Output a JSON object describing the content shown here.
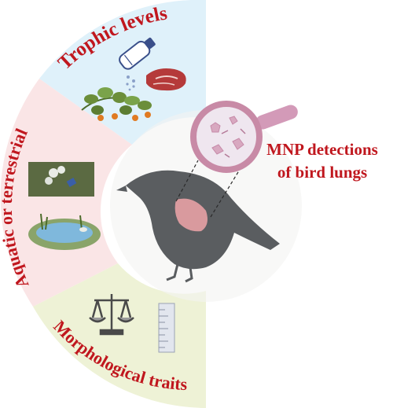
{
  "segments": [
    {
      "label": "Trophic levels",
      "color": "#dff1fa"
    },
    {
      "label": "Aquatic or terrestrial",
      "color": "#fae5e6"
    },
    {
      "label": "Morphological traits",
      "color": "#eef2d6"
    }
  ],
  "detection": {
    "line1": "MNP detections",
    "line2": "of bird lungs"
  },
  "colors": {
    "label_red": "#c0171e",
    "bird": "#5a5d60",
    "lung": "#d99a9e",
    "lens_ring": "#c88aa6"
  },
  "icons": [
    "plastic-bottle-icon",
    "meat-steak-icon",
    "plant-vegetable-icon",
    "debris-photo-icon",
    "pond-icon",
    "balance-scale-icon",
    "ruler-icon",
    "magnifying-glass-icon",
    "bird-silhouette-icon"
  ]
}
